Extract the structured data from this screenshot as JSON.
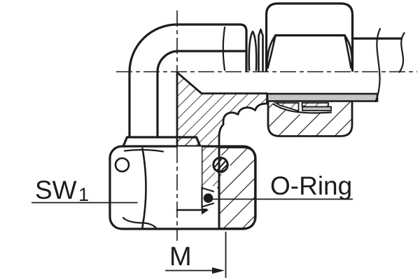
{
  "drawing": {
    "title": "90-degree elbow compression tube fitting, half-section technical drawing",
    "labels": {
      "wrench_size": "SW",
      "wrench_size_subscript": "1",
      "oring": "O-Ring",
      "thread_dimension": "M"
    },
    "colors": {
      "line": "#1c1c1c",
      "tube_fill": "#c5c5c5",
      "background": "#ffffff"
    }
  }
}
